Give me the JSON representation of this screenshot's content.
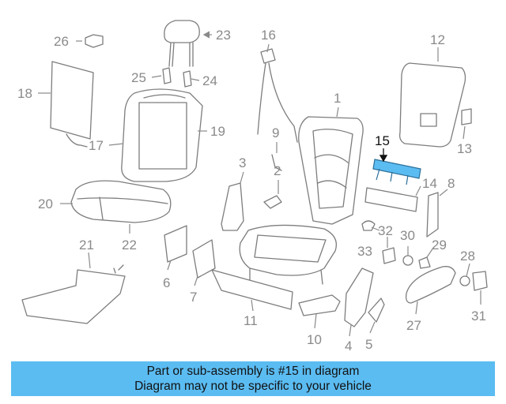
{
  "highlight_color": "#5bbcf2",
  "caption": {
    "line1": "Part or sub-assembly is #15 in diagram",
    "line2": "Diagram may not be specific to your vehicle"
  },
  "callouts": {
    "c1": "1",
    "c2": "2",
    "c3": "3",
    "c4": "4",
    "c5": "5",
    "c6": "6",
    "c7": "7",
    "c8": "8",
    "c9": "9",
    "c10": "10",
    "c11": "11",
    "c12": "12",
    "c13": "13",
    "c14": "14",
    "c15": "15",
    "c16": "16",
    "c17": "17",
    "c18": "18",
    "c19": "19",
    "c20": "20",
    "c21": "21",
    "c22": "22",
    "c23": "23",
    "c24": "24",
    "c25": "25",
    "c26": "26",
    "c27": "27",
    "c28": "28",
    "c29": "29",
    "c30": "30",
    "c31": "31",
    "c32": "32",
    "c33": "33"
  }
}
